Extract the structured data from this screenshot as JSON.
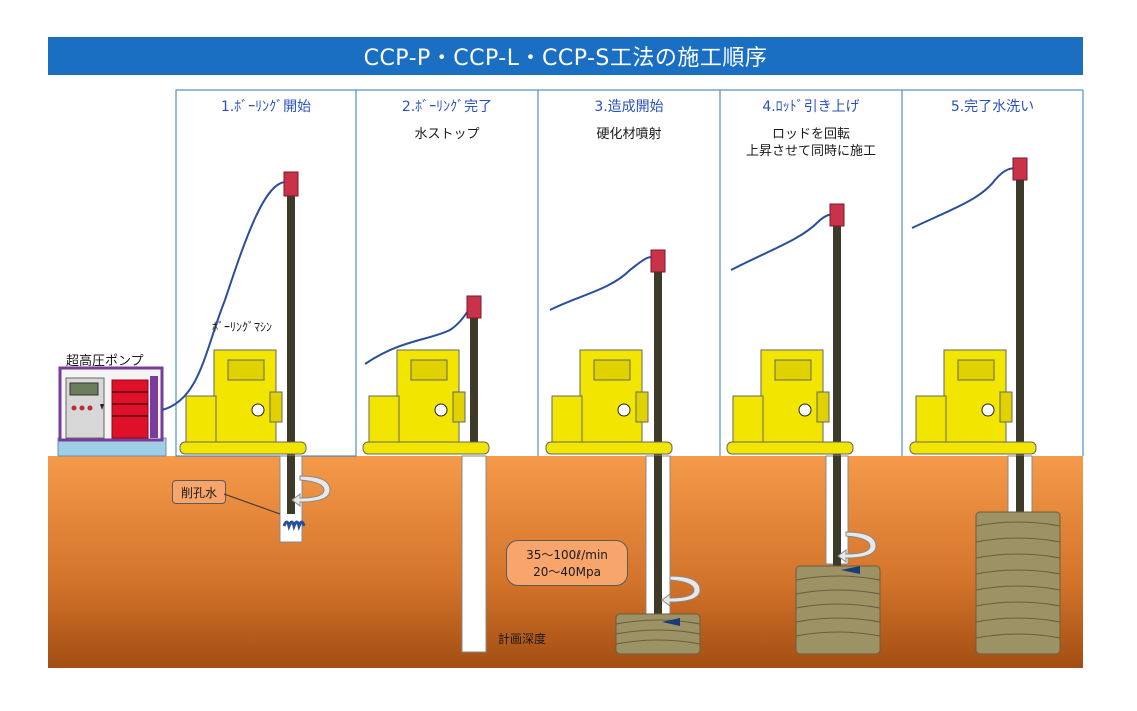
{
  "title": "CCP-P・CCP-L・CCP-S工法の施工順序",
  "pump_label": "超高圧ポンプ",
  "machine_label": "ﾎﾞｰﾘﾝｸﾞﾏｼﾝ",
  "water_label": "削孔水",
  "depth_label": "計画深度",
  "params": {
    "flow": "35～100ℓ/min",
    "pressure": "20～40Mpa"
  },
  "steps": [
    {
      "title": "1.ﾎﾞｰﾘﾝｸﾞ開始",
      "desc": ""
    },
    {
      "title": "2.ﾎﾞｰﾘﾝｸﾞ完了",
      "desc": "水ストップ"
    },
    {
      "title": "3.造成開始",
      "desc": "硬化材噴射"
    },
    {
      "title": "4.ﾛｯﾄﾞ引き上げ",
      "desc": "ロッドを回転",
      "desc2": "上昇させて同時に施工"
    },
    {
      "title": "5.完了水洗い",
      "desc": ""
    }
  ],
  "colors": {
    "header": "#1a6fc2",
    "ground_top": "#f59a4a",
    "ground_bottom": "#a34e14",
    "machine": "#f2e600",
    "column": "#9c9266",
    "rod": "#3d3a2a",
    "rod_head": "#c8334a",
    "hose": "#2a4f9a"
  }
}
